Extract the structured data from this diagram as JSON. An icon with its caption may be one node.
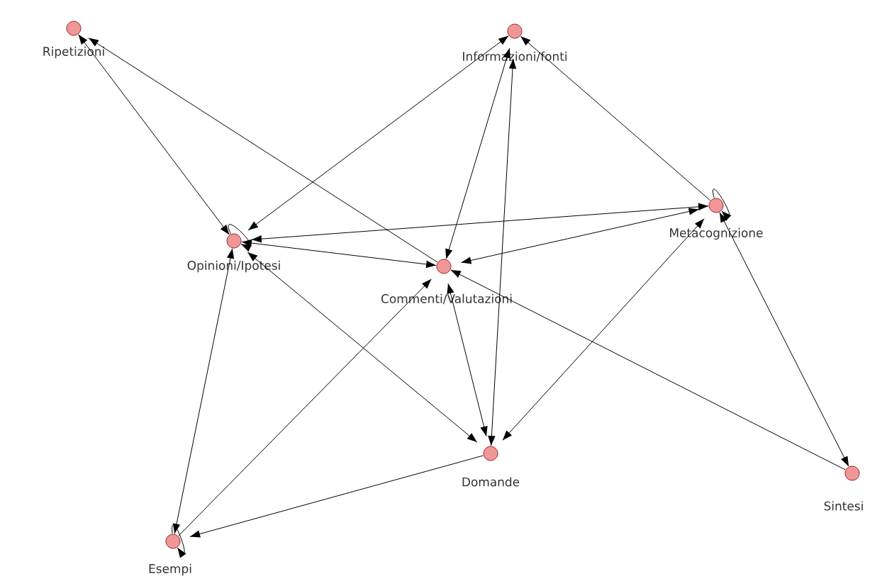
{
  "diagram": {
    "nodes": [
      {
        "text": [
          "Ripetizioni"
        ]
      },
      {
        "text": [
          "Informazioni/fonti"
        ]
      },
      {
        "text": [
          "Opinioni/Ipotesi"
        ]
      },
      {
        "text": [
          "Commenti/Valutazioni"
        ]
      },
      {
        "text": [
          "Metacognizione"
        ]
      },
      {
        "text": [
          "Domande"
        ]
      },
      {
        "text": [
          "Sintesi"
        ]
      },
      {
        "text": [
          "Esempi"
        ]
      }
    ],
    "edges": [
      {
        "from": 0,
        "to": 2,
        "arrow": "both"
      },
      {
        "from": 3,
        "to": 0,
        "arrow": "to"
      },
      {
        "from": 2,
        "to": 3,
        "arrow": "both"
      },
      {
        "from": 2,
        "to": 2,
        "arrow": "to"
      },
      {
        "from": 2,
        "to": 1,
        "arrow": "both"
      },
      {
        "from": 1,
        "to": 3,
        "arrow": "both"
      },
      {
        "from": 1,
        "to": 5,
        "arrow": "both"
      },
      {
        "from": 4,
        "to": 1,
        "arrow": "to"
      },
      {
        "from": 2,
        "to": 4,
        "arrow": "both"
      },
      {
        "from": 4,
        "to": 3,
        "arrow": "both"
      },
      {
        "from": 4,
        "to": 4,
        "arrow": "to"
      },
      {
        "from": 4,
        "to": 5,
        "arrow": "both"
      },
      {
        "from": 4,
        "to": 6,
        "arrow": "both"
      },
      {
        "from": 6,
        "to": 3,
        "arrow": "to"
      },
      {
        "from": 3,
        "to": 5,
        "arrow": "both"
      },
      {
        "from": 2,
        "to": 5,
        "arrow": "both"
      },
      {
        "from": 2,
        "to": 7,
        "arrow": "both"
      },
      {
        "from": 7,
        "to": 3,
        "arrow": "to"
      },
      {
        "from": 5,
        "to": 7,
        "arrow": "to"
      },
      {
        "from": 7,
        "to": 7,
        "arrow": "to"
      }
    ]
  }
}
